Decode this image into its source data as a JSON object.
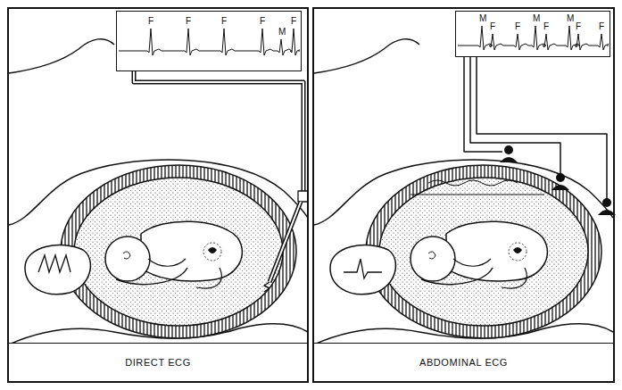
{
  "diagram": {
    "nodes": [
      {
        "text": [
          "DIRECT ECG"
        ]
      },
      {
        "text": [
          "F",
          "F",
          "F",
          "F",
          "M",
          "F"
        ],
        "in": 0
      },
      {
        "text": [
          "ABDOMINAL ECG"
        ]
      },
      {
        "text": [
          "M",
          "F",
          "F",
          "M",
          "F",
          "M",
          "F",
          "F"
        ],
        "in": 2
      }
    ]
  }
}
